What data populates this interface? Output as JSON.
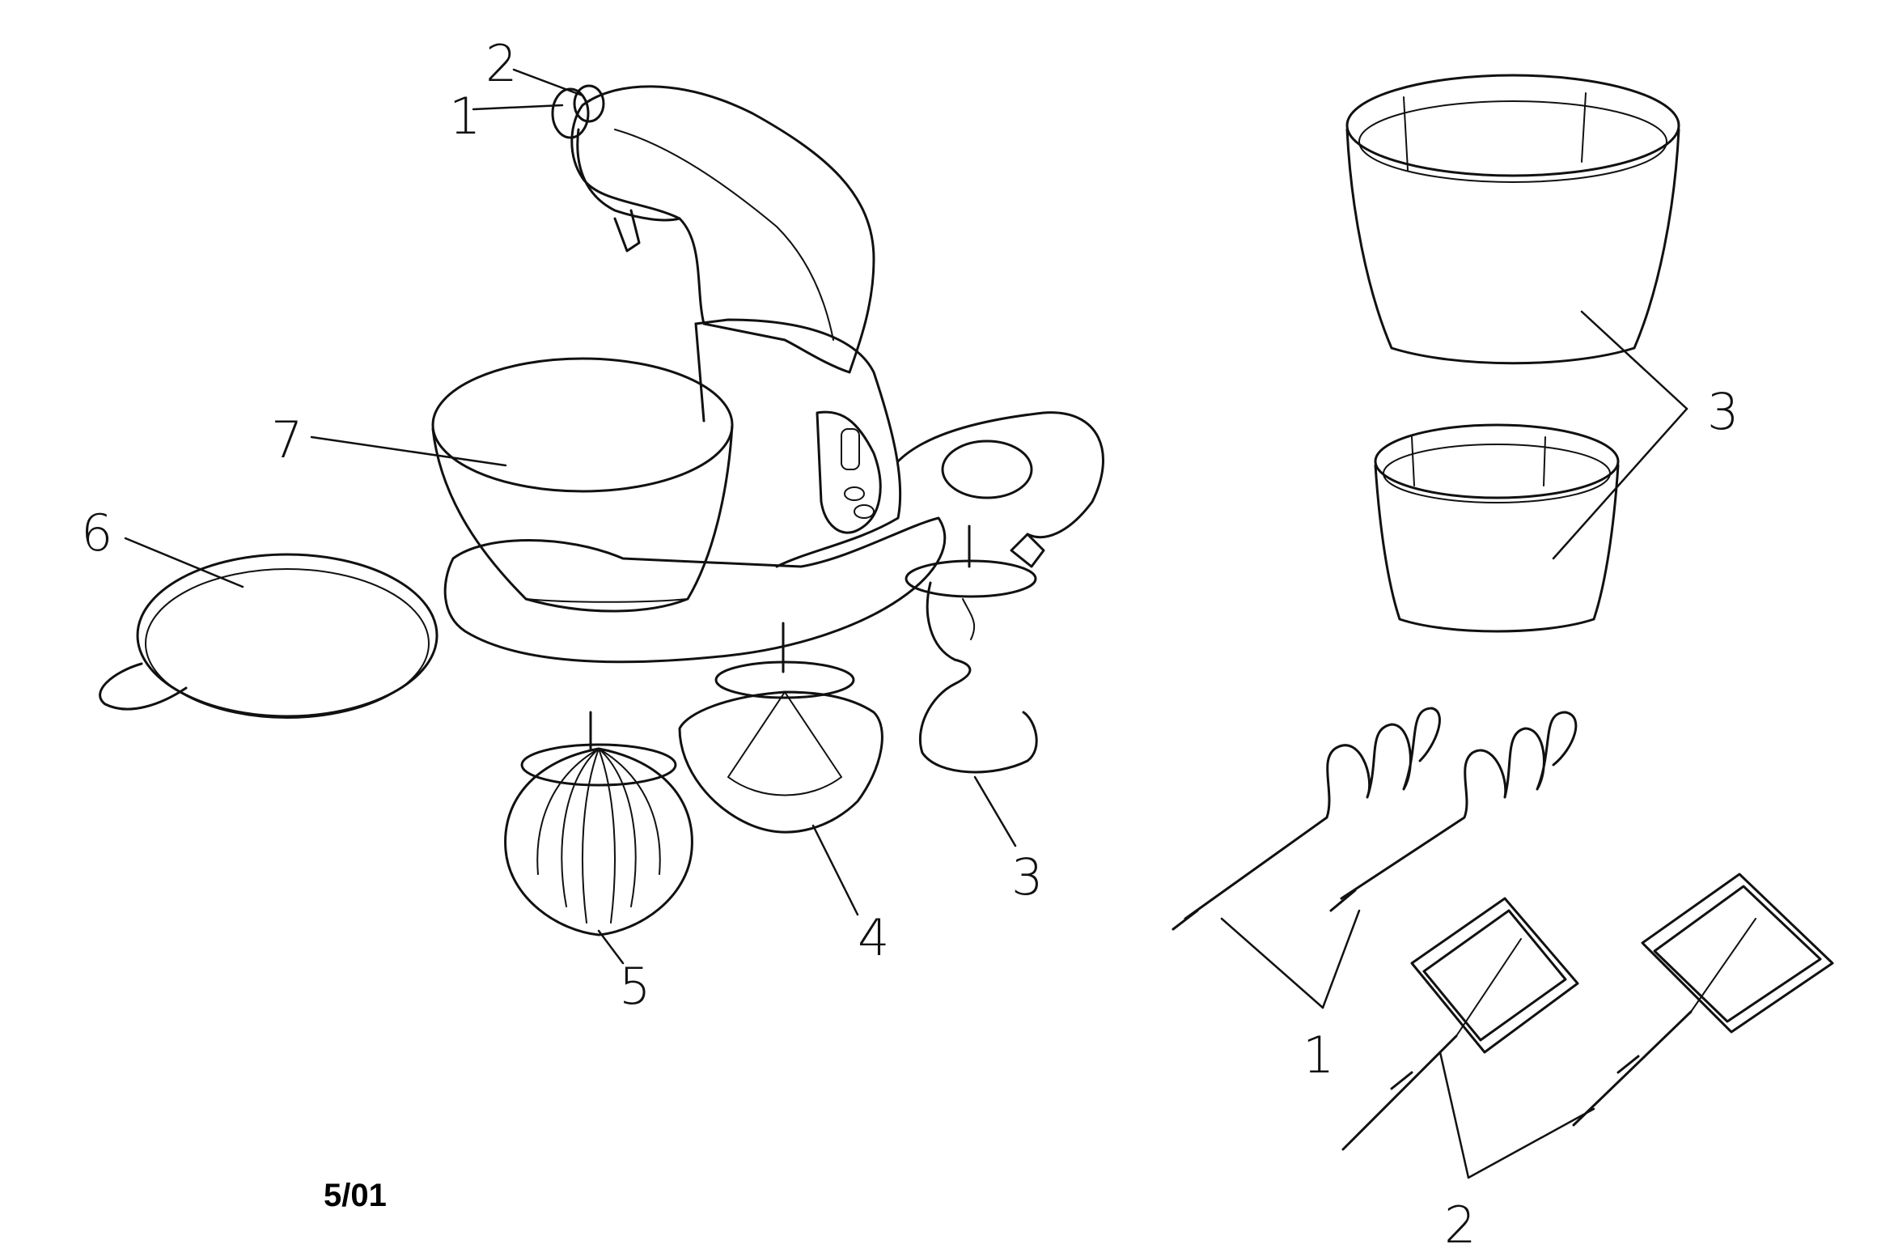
{
  "diagram": {
    "date_code": "5/01",
    "mixer_callouts": [
      {
        "id": "1",
        "label": "1"
      },
      {
        "id": "2",
        "label": "2"
      },
      {
        "id": "3",
        "label": "3"
      },
      {
        "id": "4",
        "label": "4"
      },
      {
        "id": "5",
        "label": "5"
      },
      {
        "id": "6",
        "label": "6"
      },
      {
        "id": "7",
        "label": "7"
      }
    ],
    "accessory_callouts": [
      {
        "id": "bowls",
        "label": "3"
      },
      {
        "id": "dough_hooks",
        "label": "1"
      },
      {
        "id": "beaters",
        "label": "2"
      }
    ]
  }
}
